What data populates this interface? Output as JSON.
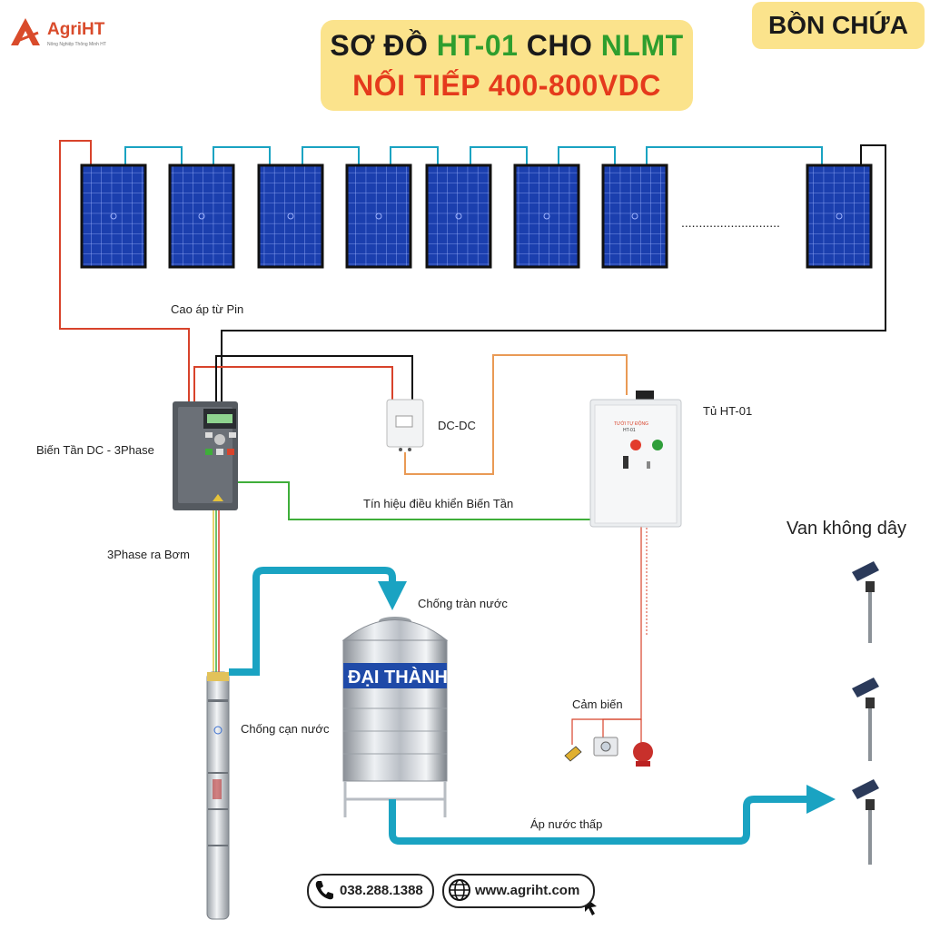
{
  "brand": {
    "name": "AgriHT",
    "tagline": "Nông Nghiệp Thông Minh HT"
  },
  "title": {
    "line1_a": "SƠ ĐỒ ",
    "line1_b": "HT-01",
    "line1_c": " CHO ",
    "line1_d": "NLMT",
    "line2": "NỐI TIẾP 400-800VDC"
  },
  "tag": "BỒN CHỨA",
  "labels": {
    "high_voltage": "Cao áp từ Pin",
    "inverter": "Biến Tần DC - 3Phase",
    "dcdc": "DC-DC",
    "cabinet": "Tủ HT-01",
    "control_signal": "Tín hiệu điều khiển Biến Tần",
    "three_phase": "3Phase ra Bơm",
    "overflow": "Chống tràn nước",
    "dry_run": "Chống cạn nước",
    "sensor": "Cảm biến",
    "low_pressure": "Áp nước thấp",
    "wireless_valve": "Van không dây",
    "dots": "............................",
    "tank_brand": "ĐẠI THÀNH",
    "cabinet_plate": "TƯỚI TỰ ĐỘNG",
    "cabinet_model": "HT-01"
  },
  "contact": {
    "phone": "038.288.1388",
    "website": "www.agriht.com"
  },
  "colors": {
    "panel": "#1b3fae",
    "pipe": "#1aa3c2",
    "wire_red": "#d8432b",
    "wire_black": "#111111",
    "wire_green": "#3fae3a",
    "wire_orange": "#e99a55",
    "title_bg": "#fbe38c"
  },
  "icons": [
    "solar-panel-icon",
    "inverter-icon",
    "dcdc-converter-icon",
    "control-cabinet-icon",
    "submersible-pump-icon",
    "water-tank-icon",
    "sensor-icon",
    "wireless-valve-icon",
    "phone-icon",
    "globe-icon",
    "cursor-icon"
  ]
}
